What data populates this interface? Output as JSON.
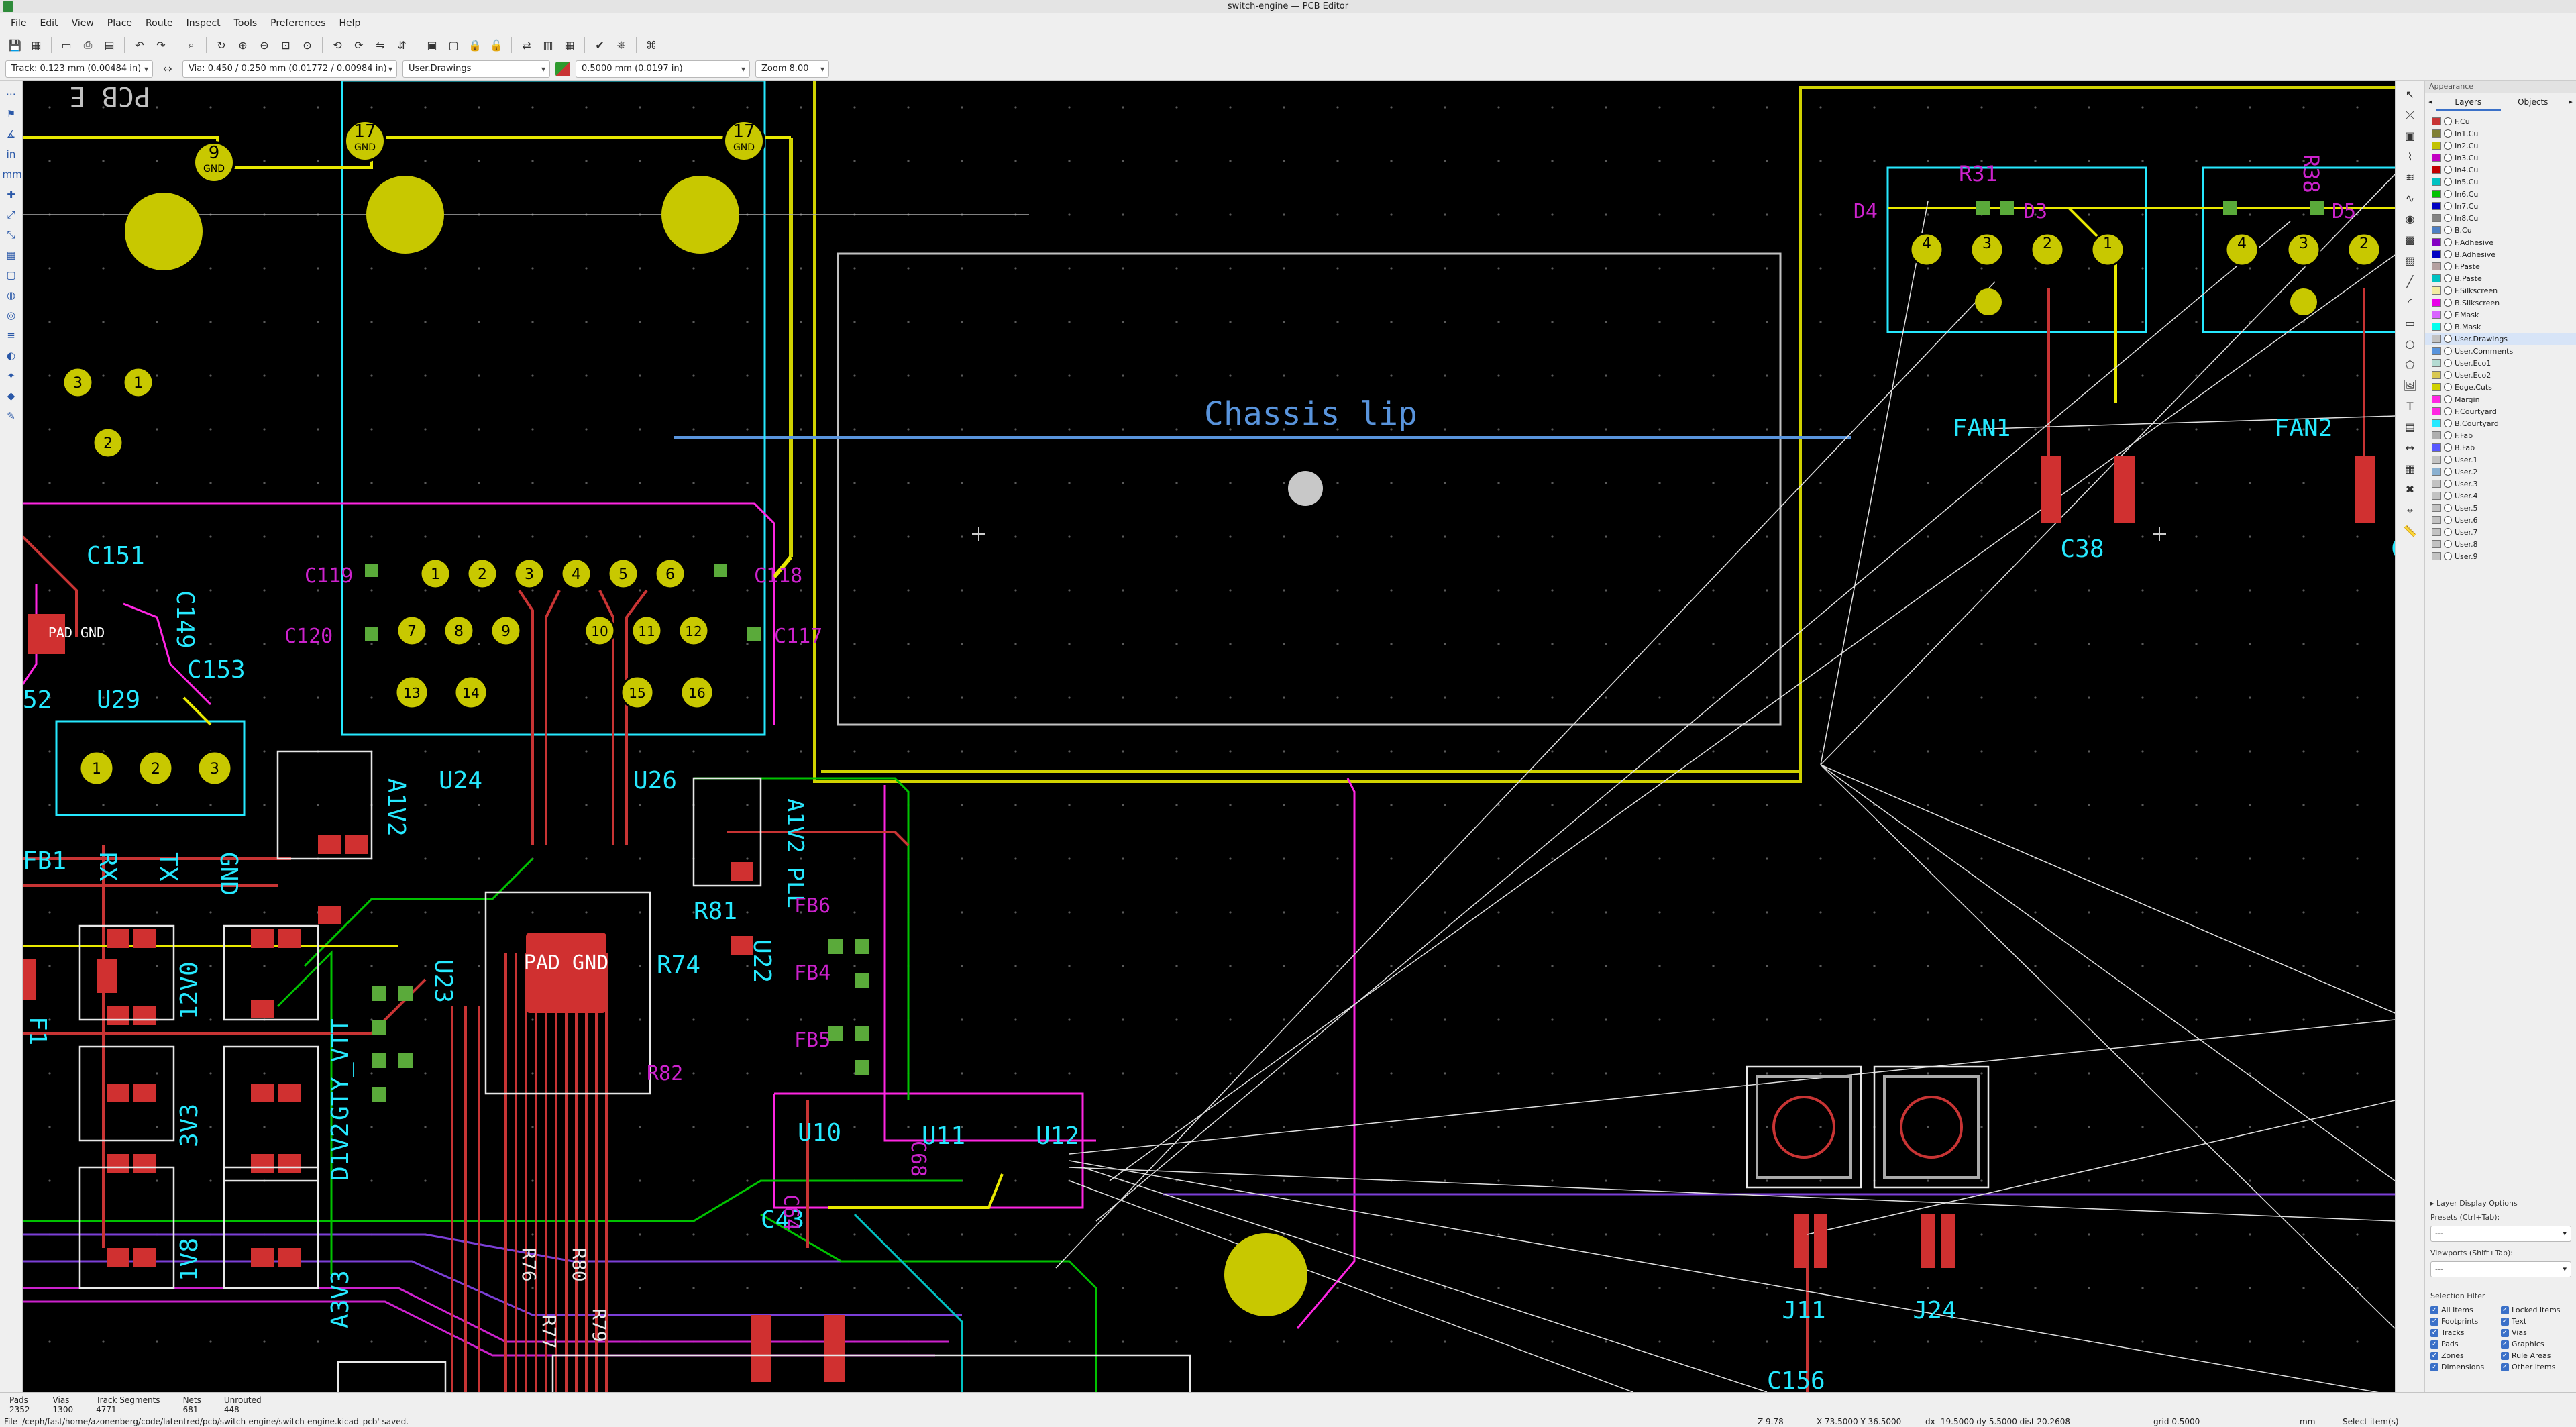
{
  "window": {
    "title": "switch-engine — PCB Editor"
  },
  "menu": [
    "File",
    "Edit",
    "View",
    "Place",
    "Route",
    "Inspect",
    "Tools",
    "Preferences",
    "Help"
  ],
  "options": {
    "track": "Track: 0.123 mm (0.00484 in)",
    "via": "Via: 0.450 / 0.250 mm (0.01772 / 0.00984 in)",
    "layer": "User.Drawings",
    "grid": "0.5000 mm (0.0197 in)",
    "zoom": "Zoom 8.00"
  },
  "canvas": {
    "labels": {
      "chassis": "Chassis lip",
      "pcb_e": "PCB E",
      "fan1": "FAN1",
      "fan2": "FAN2",
      "c38": "C38",
      "c_partial": "C",
      "r31": "R31",
      "r38": "R38",
      "d3": "D3",
      "d5": "D5",
      "d4": "D4",
      "c151": "C151",
      "c149": "C149",
      "c153": "C153",
      "u29": "U29",
      "n52": "52",
      "rx": "RX",
      "tx": "TX",
      "gnd": "GND",
      "fb1": "FB1",
      "f1": "F1",
      "c119": "C119",
      "c120": "C120",
      "c118": "C118",
      "c117": "C117",
      "u24": "U24",
      "u26": "U26",
      "a1v2": "A1V2",
      "a1v2_pll": "A1V2 PLL",
      "r81": "R81",
      "r74": "R74",
      "u23": "U23",
      "u22": "U22",
      "fb6": "FB6",
      "fb4": "FB4",
      "fb5": "FB5",
      "r82": "R82",
      "n12v0": "12V0",
      "n3v3": "3V3",
      "n1v8": "1V8",
      "a3v3": "A3V3",
      "d1v2": "D1V2",
      "gty": "GTY_VTT",
      "pad_gnd": "PAD GND",
      "u10": "U10",
      "u11": "U11",
      "u12": "U12",
      "c43": "C43",
      "c68": "C68",
      "c64": "C64",
      "r76": "R76",
      "r77": "R77",
      "r80": "R80",
      "r79": "R79",
      "j11": "J11",
      "j24": "J24",
      "c156": "C156"
    },
    "pads_top": [
      "9",
      "17",
      "17"
    ],
    "pads_left": [
      "3",
      "1",
      "2"
    ],
    "pads_uart": [
      "1",
      "2",
      "3"
    ],
    "pads_fan": [
      "4",
      "3",
      "2",
      "1"
    ],
    "pads_fan2": [
      "4",
      "3",
      "2"
    ],
    "conn_row1": [
      "1",
      "2",
      "3",
      "4",
      "5",
      "6"
    ],
    "conn_row2": [
      "7",
      "8",
      "9",
      "10",
      "11",
      "12"
    ],
    "conn_row3": [
      "13",
      "14",
      "15",
      "16"
    ],
    "pad_net": "GND"
  },
  "appearance": {
    "panel_title": "Appearance",
    "tabs": [
      "Layers",
      "Objects"
    ],
    "active_layer": "User.Drawings",
    "layers": [
      {
        "name": "F.Cu",
        "color": "#c83434"
      },
      {
        "name": "In1.Cu",
        "color": "#7f7f33"
      },
      {
        "name": "In2.Cu",
        "color": "#c2c200"
      },
      {
        "name": "In3.Cu",
        "color": "#c200c2"
      },
      {
        "name": "In4.Cu",
        "color": "#c20000"
      },
      {
        "name": "In5.Cu",
        "color": "#00c2c2"
      },
      {
        "name": "In6.Cu",
        "color": "#00c200"
      },
      {
        "name": "In7.Cu",
        "color": "#0000c2"
      },
      {
        "name": "In8.Cu",
        "color": "#848484"
      },
      {
        "name": "B.Cu",
        "color": "#4d7fc4"
      },
      {
        "name": "F.Adhesive",
        "color": "#8400c2"
      },
      {
        "name": "B.Adhesive",
        "color": "#0000c2"
      },
      {
        "name": "F.Paste",
        "color": "#b4a0a0"
      },
      {
        "name": "B.Paste",
        "color": "#00c2c2"
      },
      {
        "name": "F.Silkscreen",
        "color": "#f2eda1"
      },
      {
        "name": "B.Silkscreen",
        "color": "#e800e8"
      },
      {
        "name": "F.Mask",
        "color": "#d864ff"
      },
      {
        "name": "B.Mask",
        "color": "#02ffee"
      },
      {
        "name": "User.Drawings",
        "color": "#c2c2c2"
      },
      {
        "name": "User.Comments",
        "color": "#5994dc"
      },
      {
        "name": "User.Eco1",
        "color": "#b4dbd2"
      },
      {
        "name": "User.Eco2",
        "color": "#d8c852"
      },
      {
        "name": "Edge.Cuts",
        "color": "#d0d200"
      },
      {
        "name": "Margin",
        "color": "#ff26e2"
      },
      {
        "name": "F.Courtyard",
        "color": "#ff26e2"
      },
      {
        "name": "B.Courtyard",
        "color": "#26e9ff"
      },
      {
        "name": "F.Fab",
        "color": "#afafaf"
      },
      {
        "name": "B.Fab",
        "color": "#5858ff"
      },
      {
        "name": "User.1",
        "color": "#c2c2c2"
      },
      {
        "name": "User.2",
        "color": "#8ab0d0"
      },
      {
        "name": "User.3",
        "color": "#c2c2c2"
      },
      {
        "name": "User.4",
        "color": "#c2c2c2"
      },
      {
        "name": "User.5",
        "color": "#c2c2c2"
      },
      {
        "name": "User.6",
        "color": "#c2c2c2"
      },
      {
        "name": "User.7",
        "color": "#c2c2c2"
      },
      {
        "name": "User.8",
        "color": "#c2c2c2"
      },
      {
        "name": "User.9",
        "color": "#c2c2c2"
      }
    ],
    "layer_display_options": "Layer Display Options",
    "presets_label": "Presets (Ctrl+Tab):",
    "presets_value": "---",
    "viewports_label": "Viewports (Shift+Tab):",
    "viewports_value": "---",
    "selection_filter": "Selection Filter",
    "filters": [
      "All items",
      "Locked items",
      "Footprints",
      "Text",
      "Tracks",
      "Vias",
      "Pads",
      "Graphics",
      "Zones",
      "Rule Areas",
      "Dimensions",
      "Other items"
    ]
  },
  "stats": [
    {
      "label": "Pads",
      "value": "2352"
    },
    {
      "label": "Vias",
      "value": "1300"
    },
    {
      "label": "Track Segments",
      "value": "4771"
    },
    {
      "label": "Nets",
      "value": "681"
    },
    {
      "label": "Unrouted",
      "value": "448"
    }
  ],
  "status": {
    "message": "File '/ceph/fast/home/azonenberg/code/latentred/pcb/switch-engine/switch-engine.kicad_pcb' saved.",
    "z": "Z 9.78",
    "xy": "X 73.5000  Y 36.5000",
    "dxy": "dx -19.5000  dy 5.5000  dist 20.2608",
    "grid": "grid 0.5000",
    "units": "mm",
    "mode": "Select item(s)"
  }
}
